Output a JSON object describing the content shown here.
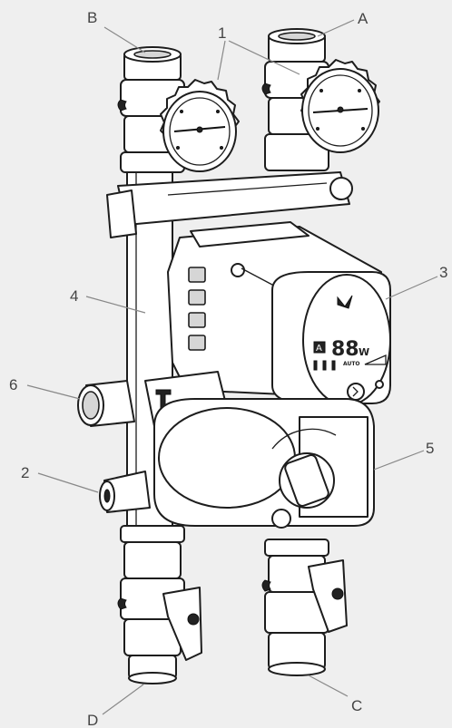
{
  "labels": {
    "A": "A",
    "B": "B",
    "C": "C",
    "D": "D",
    "n1": "1",
    "n2": "2",
    "n3": "3",
    "n4": "4",
    "n5": "5",
    "n6": "6"
  },
  "display": {
    "power_reading": "88",
    "power_unit": "W",
    "mode_text": "AUTO",
    "mode_letter": "A"
  },
  "colors": {
    "background": "#efefef",
    "outline": "#1d1d1d",
    "leader": "#888888",
    "label": "#444444"
  }
}
